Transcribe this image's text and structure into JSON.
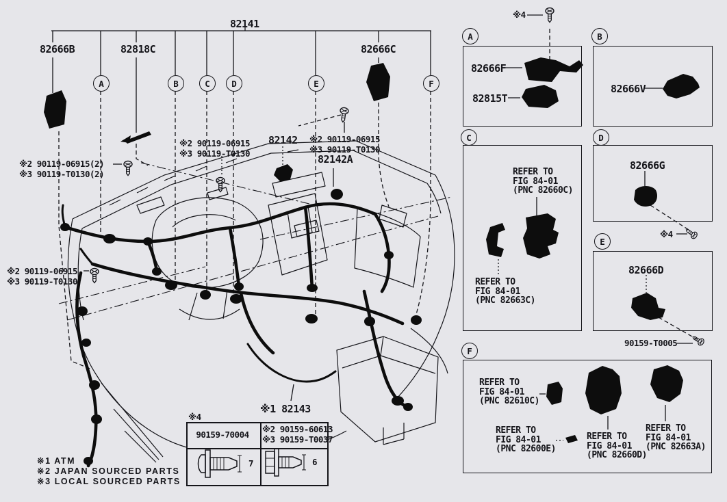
{
  "main": {
    "harness_label": "82141",
    "part_b": "82666B",
    "part_strip": "82818C",
    "part_c": "82666C",
    "part_142": "82142",
    "part_142a": "82142A",
    "part_143": "※1 82143",
    "note_ul": [
      "※2 90119-06915(2)",
      "※3 90119-T0130(2)"
    ],
    "note_center": [
      "※2 90119-06915",
      "※3 90119-T0130"
    ],
    "note_left": [
      "※2 90119-06915",
      "※3 90119-T0130"
    ],
    "note_mid": [
      "※2 90119-06915",
      "※3 90119-T0130"
    ]
  },
  "callouts": {
    "a": "A",
    "b": "B",
    "c": "C",
    "d": "D",
    "e": "E",
    "f": "F"
  },
  "panels": {
    "screw_note_top": "※4",
    "a": {
      "part1": "82666F",
      "part2": "82815T"
    },
    "b": {
      "part1": "82666V"
    },
    "c": {
      "ref1": [
        "REFER TO",
        "FIG 84-01",
        "(PNC 82660C)"
      ],
      "ref2": [
        "REFER TO",
        "FIG 84-01",
        "(PNC 82663C)"
      ]
    },
    "d": {
      "part1": "82666G",
      "screw_note": "※4"
    },
    "e": {
      "part1": "82666D",
      "screw_label": "90159-T0005"
    },
    "f": {
      "ref1": [
        "REFER TO",
        "FIG 84-01",
        "(PNC 82610C)"
      ],
      "ref2": [
        "REFER TO",
        "FIG 84-01",
        "(PNC 82600E)"
      ],
      "ref3": [
        "REFER TO",
        "FIG 84-01",
        "(PNC 82660D)"
      ],
      "ref4": [
        "REFER TO",
        "FIG 84-01",
        "(PNC 82663A)"
      ]
    }
  },
  "fasteners_table": {
    "note": "※4",
    "col1_part": "90159-70004",
    "col2_lines": [
      "※2 90159-60613",
      "※3 90159-T0037"
    ],
    "size1": "7",
    "size2": "6"
  },
  "legend": {
    "lines": [
      "※1 ATM",
      "※2 JAPAN SOURCED PARTS",
      "※3 LOCAL SOURCED PARTS"
    ]
  },
  "colors": {
    "ink": "#15151a",
    "background": "#e6e6ea"
  }
}
